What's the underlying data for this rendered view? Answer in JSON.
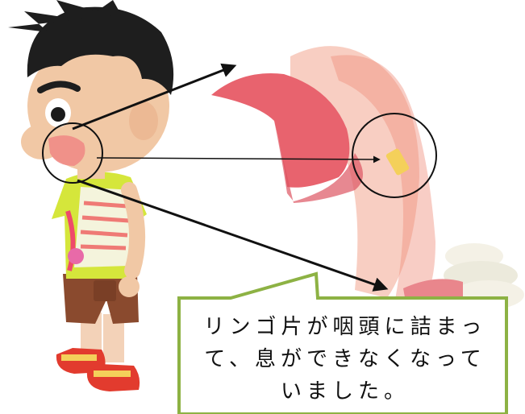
{
  "callout": {
    "text": "リンゴ片が咽頭に詰まって、息ができなくなっていました。",
    "lines": [
      "リンゴ片が咽頭に詰まっ",
      "て、息ができなくなって",
      "いました。"
    ],
    "border_color": "#8db244",
    "fill_color": "#ffffff"
  },
  "icons": [
    "boy-character-illustration",
    "throat-anatomy-illustration",
    "vertebrae-illustration"
  ],
  "colors": {
    "arrow": "#111111",
    "shirt": "#d5e63b",
    "shorts": "#8a4a2e",
    "hair": "#1e1e1e",
    "skin": "#f1c8a5",
    "tongue": "#e8636e",
    "tissue": "#f2a68f",
    "highlight": "#f4d05a",
    "shoes": "#e23b2e"
  }
}
